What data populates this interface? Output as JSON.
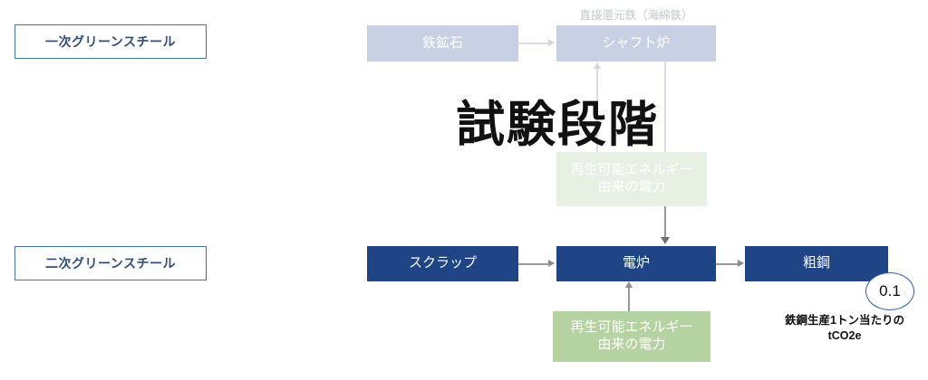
{
  "colors": {
    "navy": "#1f4586",
    "faded_blue": "#c7d1e3",
    "green": "#b4d3a0",
    "faded_green": "#e8f0e4",
    "label_border": "#4472a8",
    "label_text": "#2f4f7f",
    "connector": "#9a9a9a",
    "badge_border": "#2f5fa8"
  },
  "categories": {
    "primary": "一次グリーンスチール",
    "secondary": "二次グリーンスチール"
  },
  "top_row": {
    "dri_label": "直接還元鉄（海綿鉄）",
    "iron_ore": "鉄鉱石",
    "shaft_furnace": "シャフト炉",
    "renewable_power_line1": "再生可能エネルギー",
    "renewable_power_line2": "由来の電力"
  },
  "bottom_row": {
    "scrap": "スクラップ",
    "electric_furnace": "電炉",
    "crude_steel": "粗鋼",
    "renewable_power_line1": "再生可能エネルギー",
    "renewable_power_line2": "由来の電力"
  },
  "overlay": {
    "trial_stage": "試験段階"
  },
  "emissions": {
    "value": "0.1",
    "caption_line1": "鉄鋼生産1トン当たりの",
    "caption_line2": "tCO2e"
  }
}
